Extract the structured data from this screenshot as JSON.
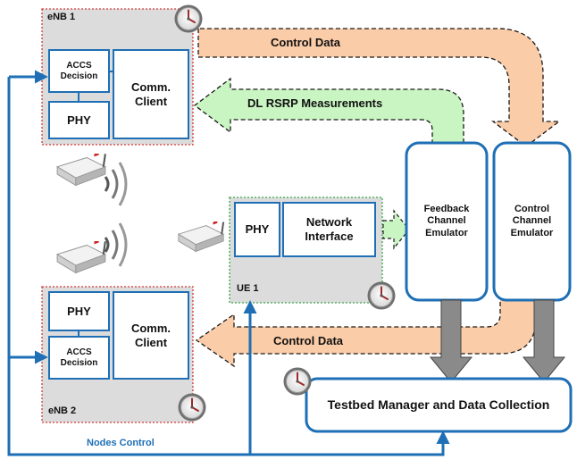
{
  "enb1": {
    "title": "eNB 1",
    "accs_line1": "ACCS",
    "accs_line2": "Decision",
    "phy": "PHY",
    "comm_line1": "Comm.",
    "comm_line2": "Client"
  },
  "enb2": {
    "title": "eNB 2",
    "accs_line1": "ACCS",
    "accs_line2": "Decision",
    "phy": "PHY",
    "comm_line1": "Comm.",
    "comm_line2": "Client"
  },
  "ue1": {
    "title": "UE 1",
    "phy": "PHY",
    "net_line1": "Network",
    "net_line2": "Interface"
  },
  "feedback": {
    "line1": "Feedback",
    "line2": "Channel",
    "line3": "Emulator"
  },
  "control": {
    "line1": "Control",
    "line2": "Channel",
    "line3": "Emulator"
  },
  "manager": "Testbed Manager and Data Collection",
  "arrows": {
    "control_data_top": "Control Data",
    "dl_rsrp": "DL RSRP Measurements",
    "control_data_bottom": "Control Data"
  },
  "nodes_control": "Nodes Control",
  "colors": {
    "blue": "#1e6fb5",
    "orange_fill": "#fbcca8",
    "green_fill": "#c9f5c2",
    "red_dotted": "#d43a3a",
    "green_dotted": "#3aa64c",
    "grey_arrow": "#8a8a8a"
  }
}
